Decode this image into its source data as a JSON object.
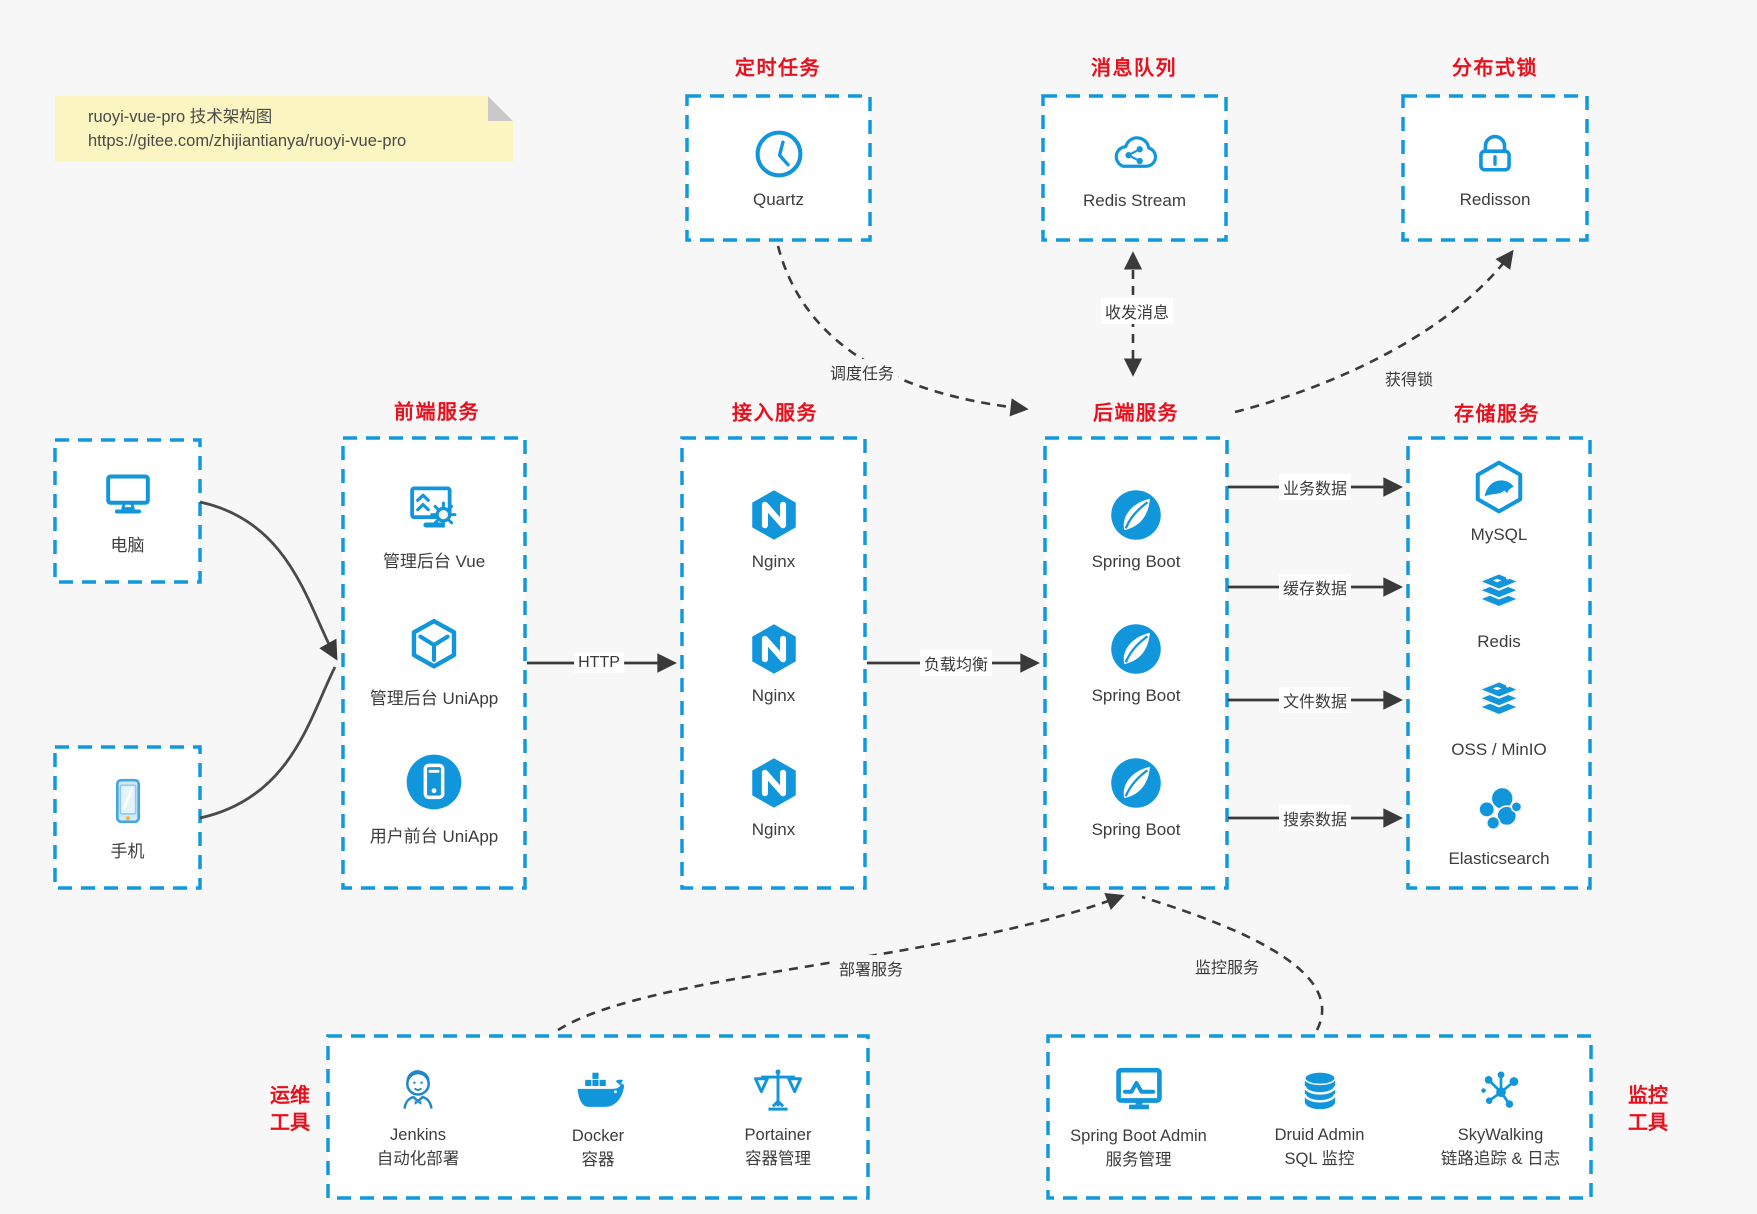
{
  "note": {
    "title": "ruoyi-vue-pro 技术架构图",
    "url": "https://gitee.com/zhijiantianya/ruoyi-vue-pro"
  },
  "colors": {
    "accent_blue": "#1296db",
    "label_red": "#e8101c",
    "arrow_dark": "#3a3a3a",
    "note_bg": "#faf5c1",
    "canvas_bg": "#f7f7f7"
  },
  "top_services": [
    {
      "category": "定时任务",
      "name": "Quartz",
      "icon": "clock-icon"
    },
    {
      "category": "消息队列",
      "name": "Redis Stream",
      "icon": "cloud-share-icon"
    },
    {
      "category": "分布式锁",
      "name": "Redisson",
      "icon": "lock-icon"
    }
  ],
  "clients": [
    {
      "name": "电脑",
      "icon": "desktop-icon"
    },
    {
      "name": "手机",
      "icon": "smartphone-icon"
    }
  ],
  "panels": [
    {
      "category": "前端服务",
      "items": [
        {
          "name": "管理后台 Vue",
          "icon": "admin-dashboard-icon"
        },
        {
          "name": "管理后台 UniApp",
          "icon": "cube-icon"
        },
        {
          "name": "用户前台 UniApp",
          "icon": "mobile-app-circle-icon"
        }
      ]
    },
    {
      "category": "接入服务",
      "items": [
        {
          "name": "Nginx",
          "icon": "nginx-hexagon-icon"
        },
        {
          "name": "Nginx",
          "icon": "nginx-hexagon-icon"
        },
        {
          "name": "Nginx",
          "icon": "nginx-hexagon-icon"
        }
      ]
    },
    {
      "category": "后端服务",
      "items": [
        {
          "name": "Spring Boot",
          "icon": "spring-leaf-icon"
        },
        {
          "name": "Spring Boot",
          "icon": "spring-leaf-icon"
        },
        {
          "name": "Spring Boot",
          "icon": "spring-leaf-icon"
        }
      ]
    },
    {
      "category": "存储服务",
      "items": [
        {
          "name": "MySQL",
          "icon": "mysql-dolphin-icon"
        },
        {
          "name": "Redis",
          "icon": "redis-stack-icon"
        },
        {
          "name": "OSS / MinIO",
          "icon": "storage-stack-icon"
        },
        {
          "name": "Elasticsearch",
          "icon": "elasticsearch-cluster-icon"
        }
      ]
    }
  ],
  "bottom_panels": [
    {
      "category_lines": [
        "运维",
        "工具"
      ],
      "items": [
        {
          "name": "Jenkins",
          "desc": "自动化部署",
          "icon": "jenkins-butler-icon"
        },
        {
          "name": "Docker",
          "desc": "容器",
          "icon": "docker-whale-icon"
        },
        {
          "name": "Portainer",
          "desc": "容器管理",
          "icon": "scales-icon"
        }
      ]
    },
    {
      "category_lines": [
        "监控",
        "工具"
      ],
      "items": [
        {
          "name": "Spring Boot Admin",
          "desc": "服务管理",
          "icon": "monitor-chart-icon"
        },
        {
          "name": "Druid Admin",
          "desc": "SQL 监控",
          "icon": "database-icon"
        },
        {
          "name": "SkyWalking",
          "desc": "链路追踪 & 日志",
          "icon": "network-nodes-icon"
        }
      ]
    }
  ],
  "edges": {
    "http": "HTTP",
    "load_balancing": "负载均衡",
    "biz_data": "业务数据",
    "cache_data": "缓存数据",
    "file_data": "文件数据",
    "search_data": "搜索数据",
    "schedule": "调度任务",
    "messaging": "收发消息",
    "acquire_lock": "获得锁",
    "deploy": "部署服务",
    "monitor": "监控服务"
  }
}
